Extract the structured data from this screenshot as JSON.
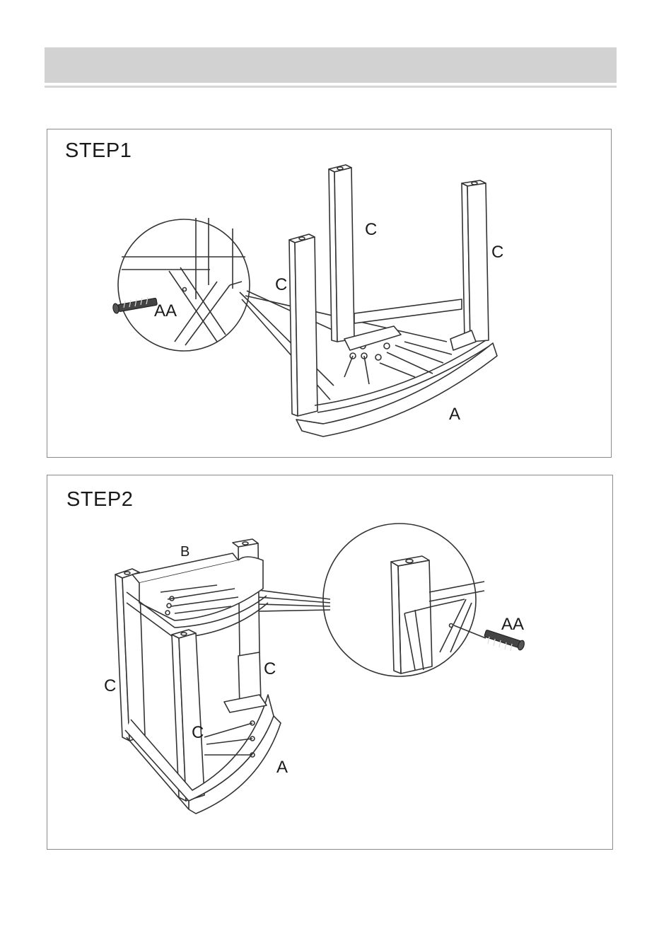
{
  "header": {
    "title": ""
  },
  "step1": {
    "title": "STEP1",
    "labels": {
      "leg_left": "C",
      "leg_middle": "C",
      "leg_right": "C",
      "base": "A",
      "screw": "AA"
    }
  },
  "step2": {
    "title": "STEP2",
    "labels": {
      "top_shelf": "B",
      "leg_left": "C",
      "leg_right": "C",
      "leg_inner": "C",
      "base": "A",
      "screw": "AA"
    }
  },
  "icons": {
    "screw": "screw-icon",
    "magnifier": "detail-magnifier-circle"
  },
  "colors": {
    "line": "#333333",
    "panel_border": "#8a8a8a",
    "header_bar": "#d2d2d2"
  }
}
